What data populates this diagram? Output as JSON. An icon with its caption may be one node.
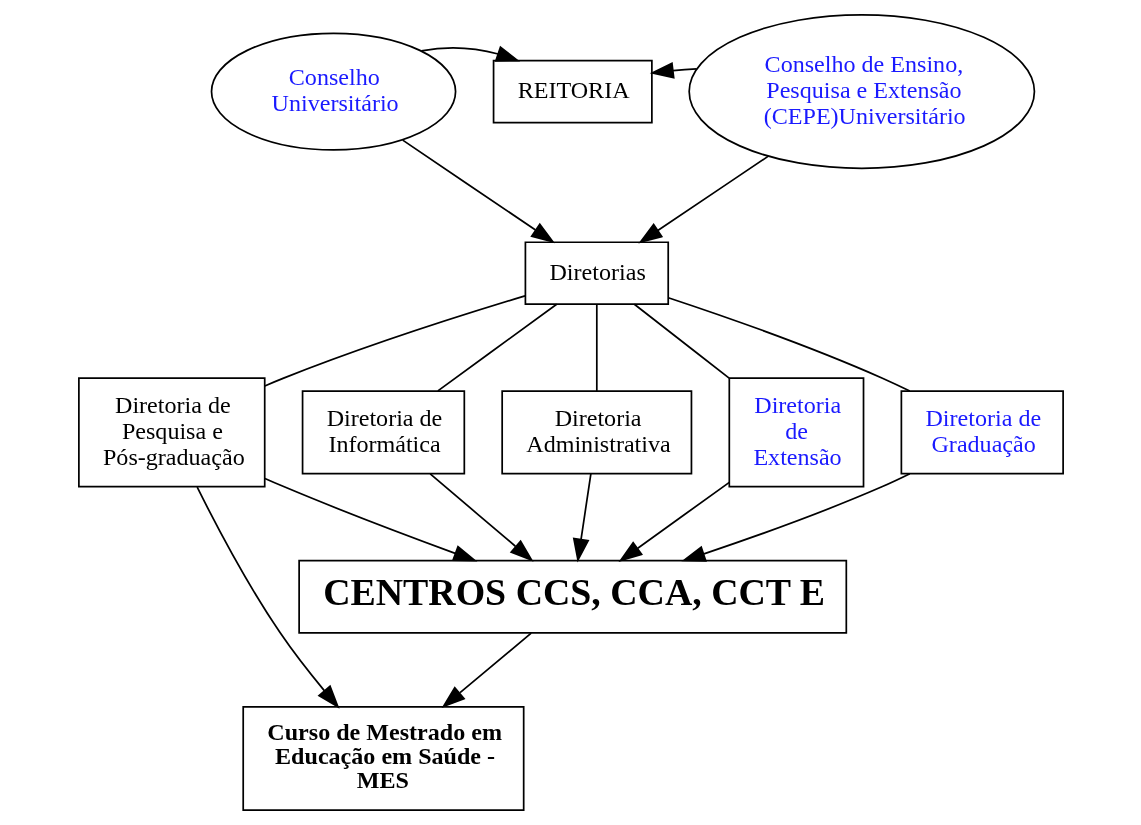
{
  "diagram": {
    "nodes": [
      {
        "text": [
          "Conselho Universitário"
        ]
      },
      {
        "text": [
          "REITORIA"
        ]
      },
      {
        "text": [
          "Conselho de Ensino, Pesquisa e Extensão (CEPE)Universitário"
        ]
      },
      {
        "text": [
          "Diretorias"
        ]
      },
      {
        "text": [
          "Diretoria de Pesquisa e Pós-graduação"
        ]
      },
      {
        "text": [
          "Diretoria de Informática"
        ]
      },
      {
        "text": [
          "Diretoria Administrativa"
        ]
      },
      {
        "text": [
          "Diretoria de Extensão"
        ]
      },
      {
        "text": [
          "Diretoria de Graduação"
        ]
      },
      {
        "text": [
          "CENTROS CCS, CCA, CCT E"
        ]
      },
      {
        "text": [
          "Curso de Mestrado em Educação em Saúde - MES"
        ]
      }
    ],
    "edges": [
      {
        "from": 0,
        "to": 1,
        "arrow": "to"
      },
      {
        "from": 0,
        "to": 3,
        "arrow": "to"
      },
      {
        "from": 2,
        "to": 1,
        "arrow": "to"
      },
      {
        "from": 2,
        "to": 3,
        "arrow": "to"
      },
      {
        "from": 3,
        "to": 4,
        "arrow": "none"
      },
      {
        "from": 3,
        "to": 5,
        "arrow": "none"
      },
      {
        "from": 3,
        "to": 6,
        "arrow": "none"
      },
      {
        "from": 3,
        "to": 7,
        "arrow": "none"
      },
      {
        "from": 3,
        "to": 8,
        "arrow": "none"
      },
      {
        "from": 4,
        "to": 9,
        "arrow": "to"
      },
      {
        "from": 5,
        "to": 9,
        "arrow": "to"
      },
      {
        "from": 6,
        "to": 9,
        "arrow": "to"
      },
      {
        "from": 7,
        "to": 9,
        "arrow": "to"
      },
      {
        "from": 8,
        "to": 9,
        "arrow": "to"
      },
      {
        "from": 4,
        "to": 10,
        "arrow": "to"
      },
      {
        "from": 9,
        "to": 10,
        "arrow": "to"
      }
    ]
  }
}
